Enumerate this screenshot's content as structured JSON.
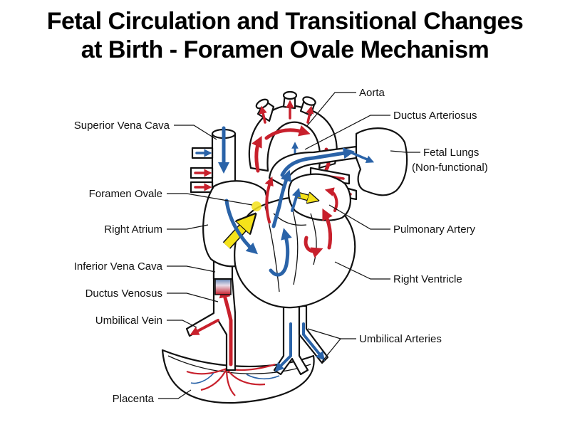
{
  "title": {
    "line1": "Fetal Circulation and Transitional Changes",
    "line2": "at Birth - Foramen Ovale Mechanism"
  },
  "labels": {
    "aorta": "Aorta",
    "ductus_arteriosus": "Ductus Arteriosus",
    "superior_vena_cava": "Superior Vena Cava",
    "fetal_lungs_line1": "Fetal Lungs",
    "fetal_lungs_line2": "(Non-functional)",
    "foramen_ovale": "Foramen Ovale",
    "right_atrium": "Right Atrium",
    "pulmonary_artery": "Pulmonary Artery",
    "inferior_vena_cava": "Inferior Vena Cava",
    "right_ventricle": "Right Ventricle",
    "ductus_venosus": "Ductus Venosus",
    "umbilical_vein": "Umbilical Vein",
    "umbilical_arteries": "Umbilical Arteries",
    "placenta": "Placenta"
  },
  "colors": {
    "oxygenated": "#c8202c",
    "deoxygenated": "#2a63a8",
    "shunt_flow": "#f5e21a",
    "outline": "#111111"
  }
}
